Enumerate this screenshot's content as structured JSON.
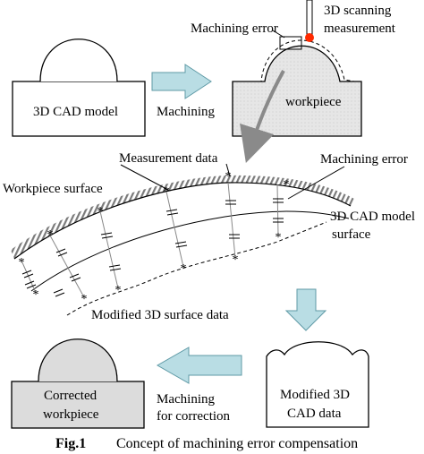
{
  "labels": {
    "cad_model": "3D CAD model",
    "machining": "Machining",
    "machining_error_top": "Machining error",
    "scanning_1": "3D scanning",
    "scanning_2": "measurement",
    "workpiece": "workpiece",
    "measurement_data": "Measurement data",
    "machining_error_mid": "Machining error",
    "workpiece_surface": "Workpiece surface",
    "cad_surface_1": "3D CAD model",
    "cad_surface_2": "surface",
    "modified_surface_data": "Modified 3D surface data",
    "corrected_1": "Corrected",
    "corrected_2": "workpiece",
    "machining_for_1": "Machining",
    "machining_for_2": "for correction",
    "modified_cad_1": "Modified 3D",
    "modified_cad_2": "CAD data"
  },
  "caption": {
    "number": "Fig.1",
    "text": "Concept of machining error compensation"
  },
  "colors": {
    "arrow_fill": "#b9dde4",
    "arrow_stroke": "#5f9aa6",
    "workpiece_fill": "#dcdcdc",
    "probe_dot": "#ff2a00",
    "hatch": "#7a7a7a",
    "path_arrow": "#8a8a8a"
  }
}
